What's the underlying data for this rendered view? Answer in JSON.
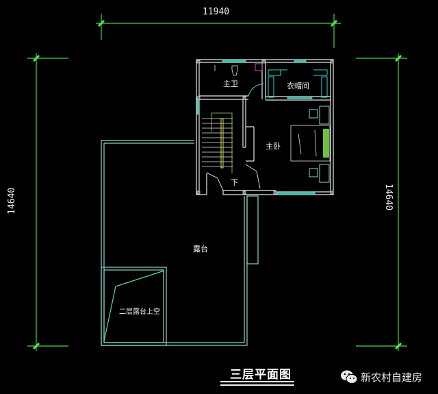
{
  "drawing": {
    "title": "三层平面图",
    "background": "#000000",
    "colors": {
      "wall": "#e8e8e8",
      "window": "#3fb8a8",
      "terrace": "#8fd4cc",
      "dimension": "#4ed24e",
      "stair_rail": "#d8e060",
      "fixture_magenta": "#d050d0",
      "wardrobe": "#30d8d8",
      "bed_accent": "#7ed04a"
    }
  },
  "dimensions": {
    "top_width": "11940",
    "left_height": "14640",
    "right_height": "14640"
  },
  "rooms": [
    {
      "name": "主卫",
      "id": "master-bath"
    },
    {
      "name": "衣帽间",
      "id": "walk-in-closet"
    },
    {
      "name": "主卧",
      "id": "master-bedroom"
    },
    {
      "name": "下",
      "id": "stair-down"
    },
    {
      "name": "露台",
      "id": "terrace"
    },
    {
      "name": "二层露台上空",
      "id": "void-above-2f-terrace"
    }
  ],
  "watermark": {
    "icon": "wechat-icon",
    "text": "新农村自建房"
  }
}
